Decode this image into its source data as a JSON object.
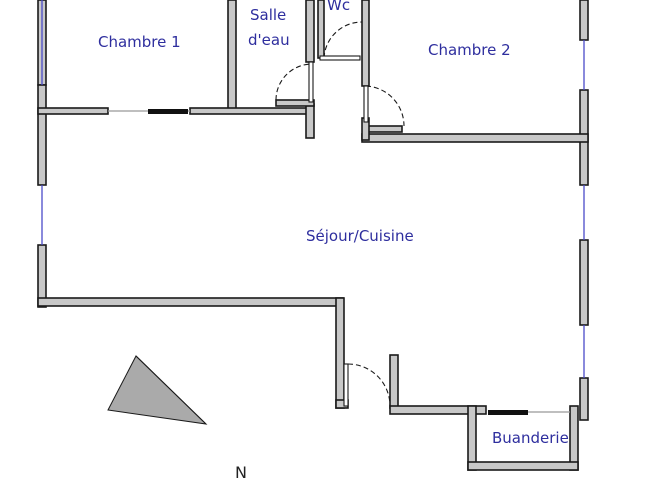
{
  "rooms": {
    "chambre1": "Chambre 1",
    "salle_line1": "Salle",
    "salle_line2": "d'eau",
    "wc": "Wc",
    "chambre2": "Chambre 2",
    "sejour": "Séjour/Cuisine",
    "buanderie": "Buanderie"
  },
  "compass": {
    "label": "N"
  },
  "colors": {
    "wall_fill": "#c8c8c8",
    "wall_stroke": "#1a1a1a",
    "window": "#4a4ac8",
    "room_label": "#2e2e9e",
    "compass_fill": "#aaaaaa"
  }
}
